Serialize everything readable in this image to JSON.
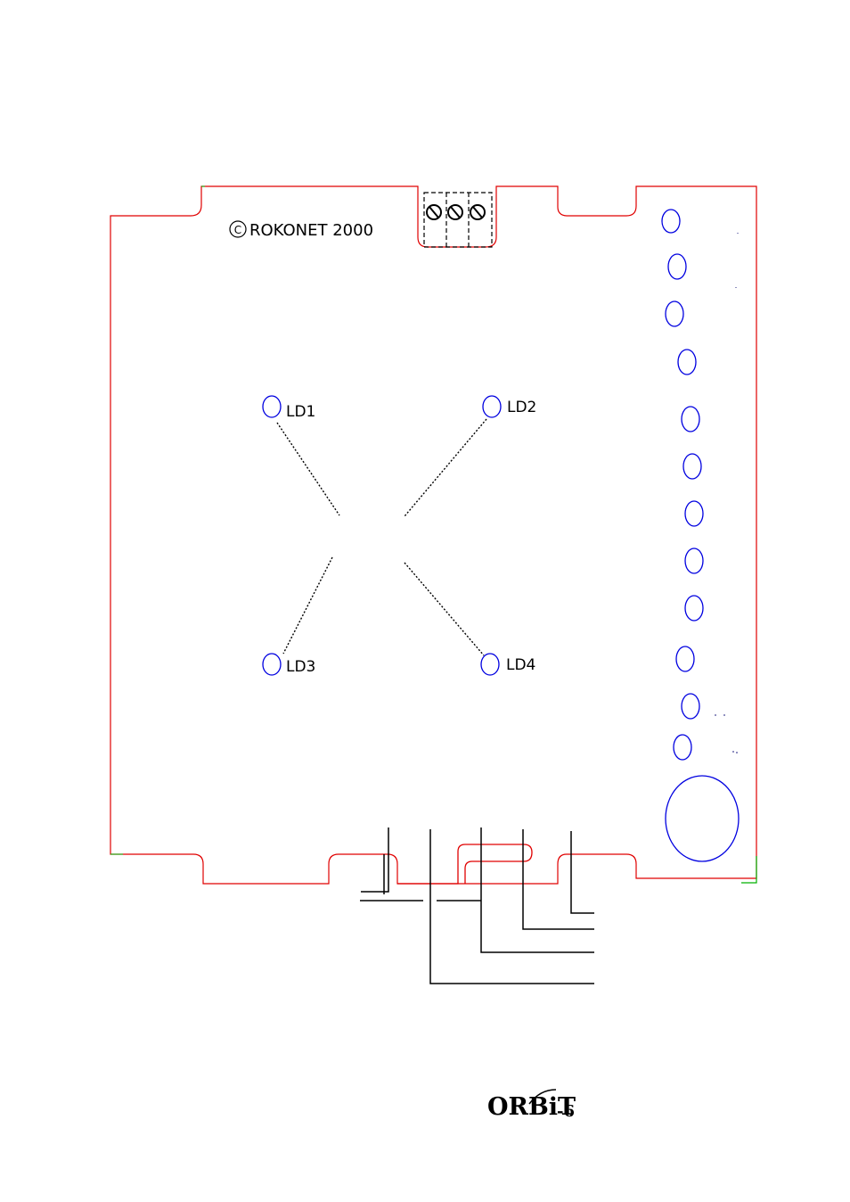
{
  "copyright": "ROKONET 2000",
  "copyright_symbol": "C",
  "leds": [
    {
      "id": "led-1",
      "label": "LD1"
    },
    {
      "id": "led-2",
      "label": "LD2"
    },
    {
      "id": "led-3",
      "label": "LD3"
    },
    {
      "id": "led-4",
      "label": "LD4"
    }
  ],
  "logo": {
    "main": "ORBiT",
    "suffix": "-6"
  },
  "colors": {
    "outline": "#e00000",
    "holes": "#0000e0",
    "wires": "#000000",
    "corner_mark": "#00b000"
  }
}
